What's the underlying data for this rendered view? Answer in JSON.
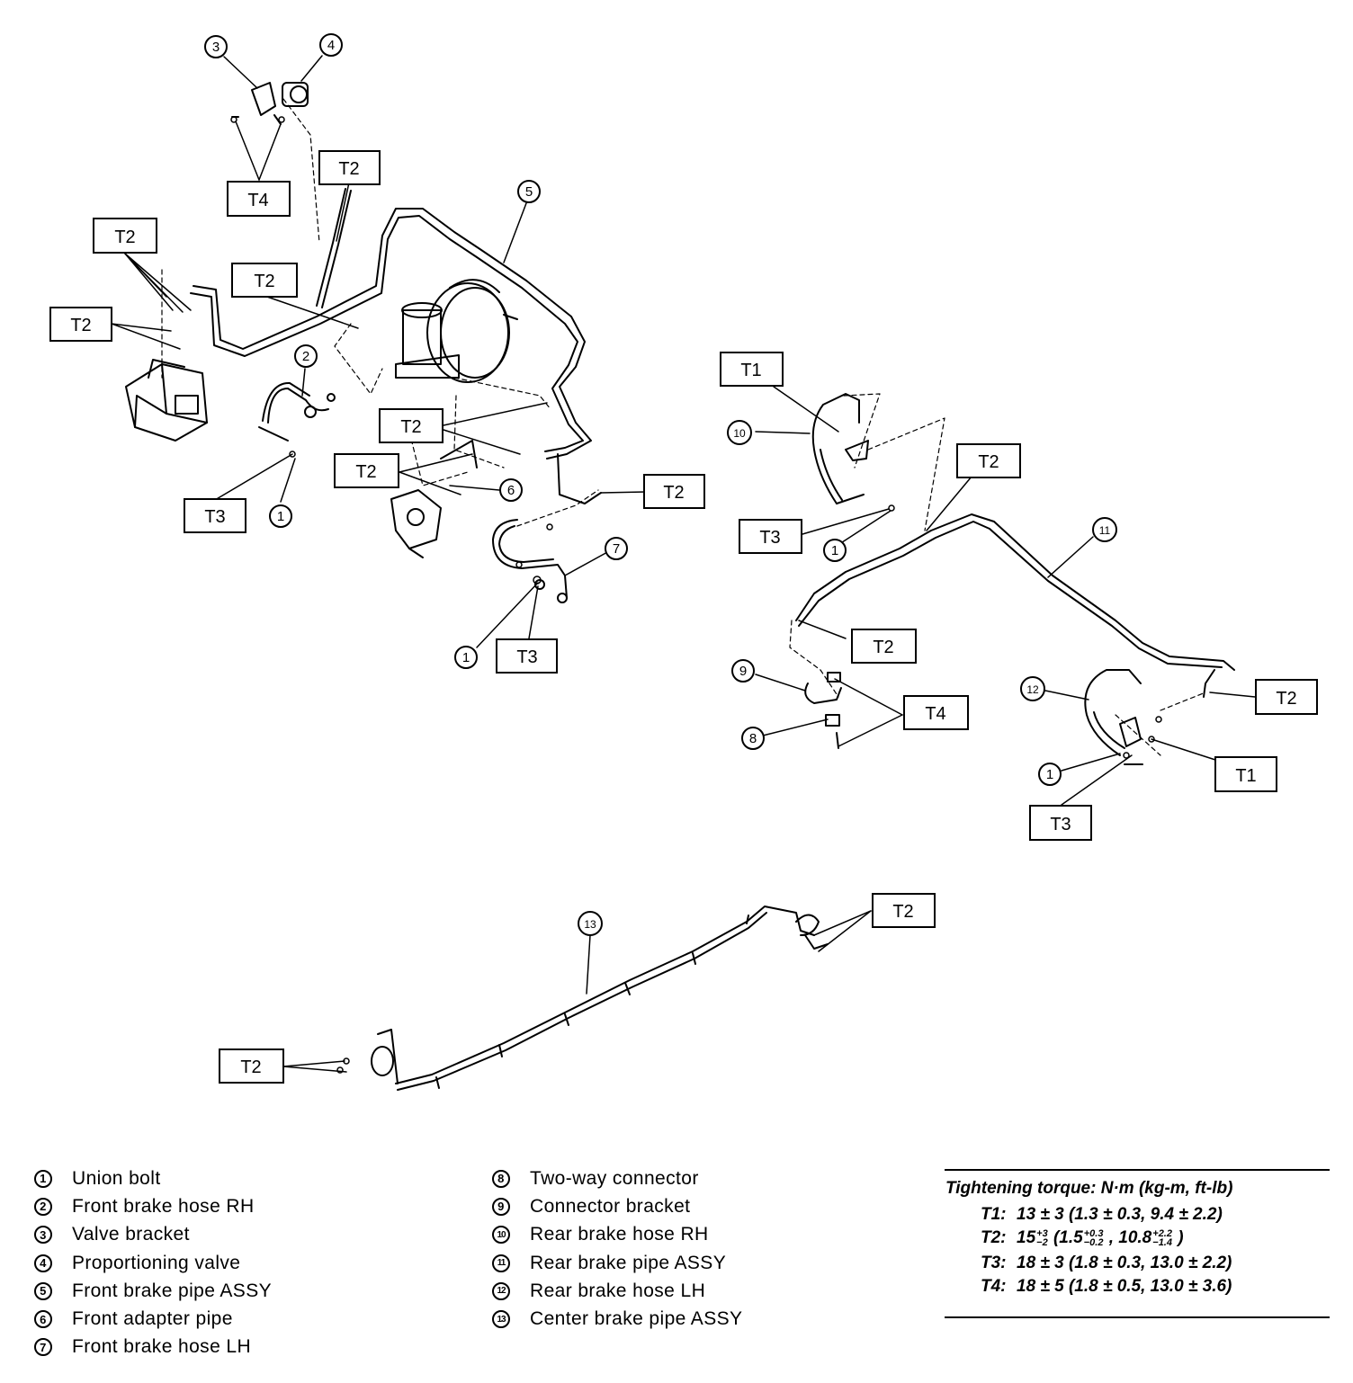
{
  "diagram": {
    "tags": {
      "t1": "T1",
      "t2": "T2",
      "t3": "T3",
      "t4": "T4"
    },
    "callouts": [
      "1",
      "2",
      "3",
      "4",
      "5",
      "6",
      "7",
      "8",
      "9",
      "10",
      "11",
      "12",
      "13"
    ]
  },
  "legend": {
    "left": [
      {
        "num": "1",
        "label": "Union bolt"
      },
      {
        "num": "2",
        "label": "Front brake hose RH"
      },
      {
        "num": "3",
        "label": "Valve bracket"
      },
      {
        "num": "4",
        "label": "Proportioning valve"
      },
      {
        "num": "5",
        "label": "Front brake pipe ASSY"
      },
      {
        "num": "6",
        "label": "Front adapter pipe"
      },
      {
        "num": "7",
        "label": "Front brake hose LH"
      }
    ],
    "right": [
      {
        "num": "8",
        "label": "Two-way connector"
      },
      {
        "num": "9",
        "label": "Connector bracket"
      },
      {
        "num": "10",
        "label": "Rear brake hose RH"
      },
      {
        "num": "11",
        "label": "Rear brake pipe ASSY"
      },
      {
        "num": "12",
        "label": "Rear brake hose LH"
      },
      {
        "num": "13",
        "label": "Center brake pipe ASSY"
      }
    ]
  },
  "torque": {
    "title": "Tightening torque: N·m (kg-m, ft-lb)",
    "t1": {
      "key": "T1:",
      "value": "13 ± 3 (1.3 ± 0.3, 9.4 ± 2.2)"
    },
    "t2": {
      "key": "T2:",
      "base": "15",
      "sup1": "+3",
      "sub1": "−2",
      "mid": " (1.5",
      "sup2": "+0.3",
      "sub2": "−0.2",
      "mid2": " , 10.8",
      "sup3": "+2.2",
      "sub3": "−1.4",
      "end": " )"
    },
    "t3": {
      "key": "T3:",
      "value": "18 ± 3 (1.8 ± 0.3, 13.0 ± 2.2)"
    },
    "t4": {
      "key": "T4:",
      "value": "18 ± 5 (1.8 ± 0.5, 13.0 ± 3.6)"
    }
  }
}
